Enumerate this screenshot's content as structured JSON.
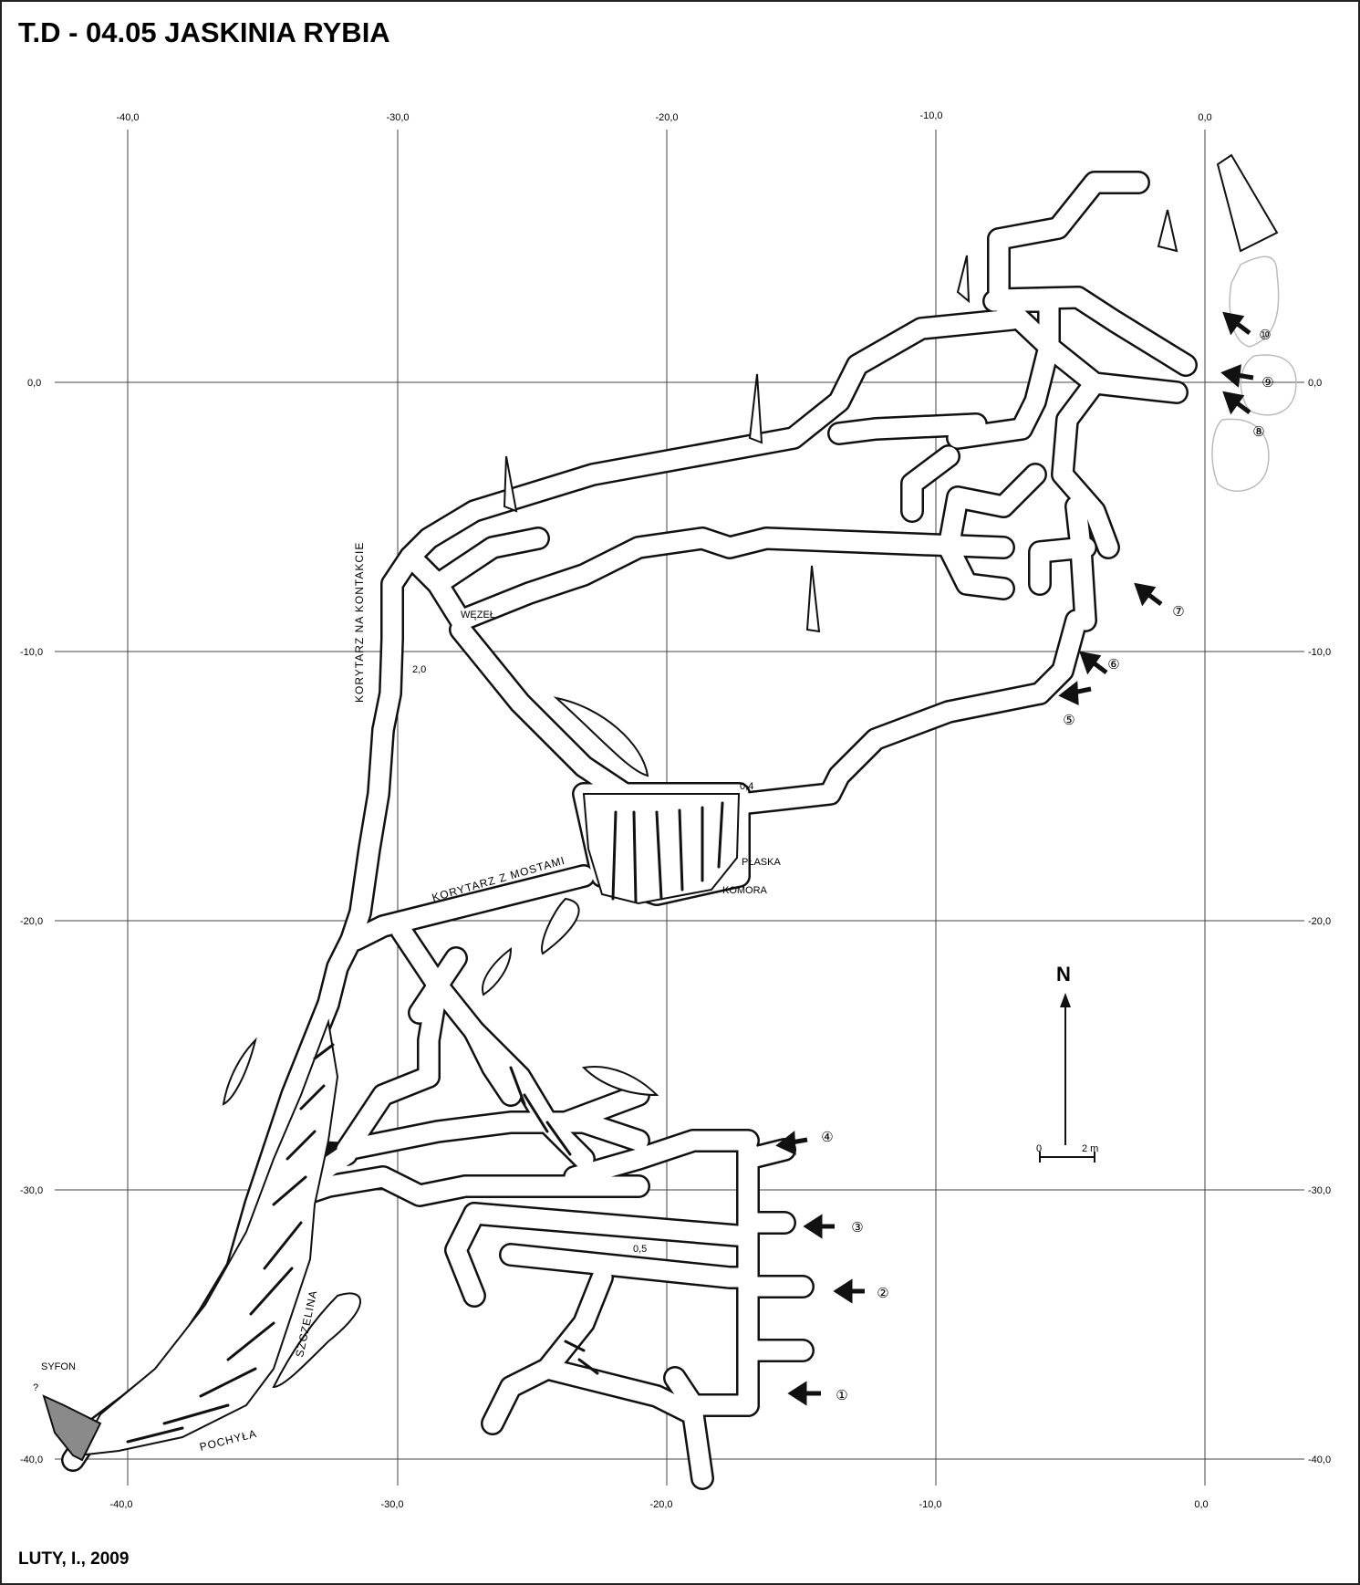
{
  "header": {
    "title": "T.D - 04.05  JASKINIA RYBIA"
  },
  "footer": {
    "author": "LUTY, I., 2009"
  },
  "grid": {
    "x_ticks": [
      "-40,0",
      "-30,0",
      "-20,0",
      "-10,0",
      "0,0"
    ],
    "y_left_ticks": [
      "0,0",
      "-10,0",
      "-20,0",
      "-30,0",
      "-40,0"
    ],
    "y_right_ticks": [
      "0,0",
      "-10,0",
      "-20,0",
      "-30,0",
      "-40,0"
    ]
  },
  "labels": {
    "korytarz_na_kontakcie": "KORYTARZ NA KONTAKCIE",
    "wezel": "WĘZEŁ",
    "korytarz_z_mostami": "KORYTARZ Z MOSTAMI",
    "plaska": "PŁASKA",
    "komora": "KOMORA",
    "syfon": "SYFON",
    "question": "?",
    "szczelina": "SZCZELINA",
    "pochyla": "POCHYŁA",
    "depth_20": "2,0",
    "depth_04": "0,4",
    "depth_05": "0,5"
  },
  "entrances": [
    {
      "number": "①"
    },
    {
      "number": "②"
    },
    {
      "number": "③"
    },
    {
      "number": "④"
    },
    {
      "number": "⑤"
    },
    {
      "number": "⑥"
    },
    {
      "number": "⑦"
    },
    {
      "number": "⑧"
    },
    {
      "number": "⑨"
    },
    {
      "number": "⑩"
    }
  ],
  "north": {
    "letter": "N"
  },
  "scale": {
    "zero": "0",
    "length": "2 m"
  },
  "colors": {
    "ink": "#111111",
    "grid": "#444444",
    "boulder": "#bbbbbb",
    "syfon": "#8a8a8a"
  }
}
